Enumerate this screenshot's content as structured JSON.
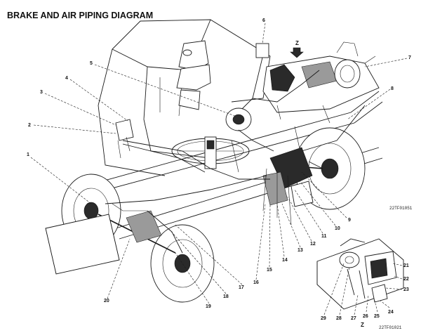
{
  "title": "BRAKE AND AIR PIPING DIAGRAM",
  "z_marker": "Z",
  "z_detail_label": "Z",
  "figure_code_main": "22TF01051",
  "figure_code_detail": "22TF01021",
  "callouts": [
    "1",
    "2",
    "3",
    "4",
    "5",
    "6",
    "7",
    "8",
    "9",
    "10",
    "11",
    "12",
    "13",
    "14",
    "15",
    "16",
    "17",
    "18",
    "19",
    "20",
    "21",
    "22",
    "23",
    "24",
    "25",
    "26",
    "27",
    "28",
    "29"
  ]
}
